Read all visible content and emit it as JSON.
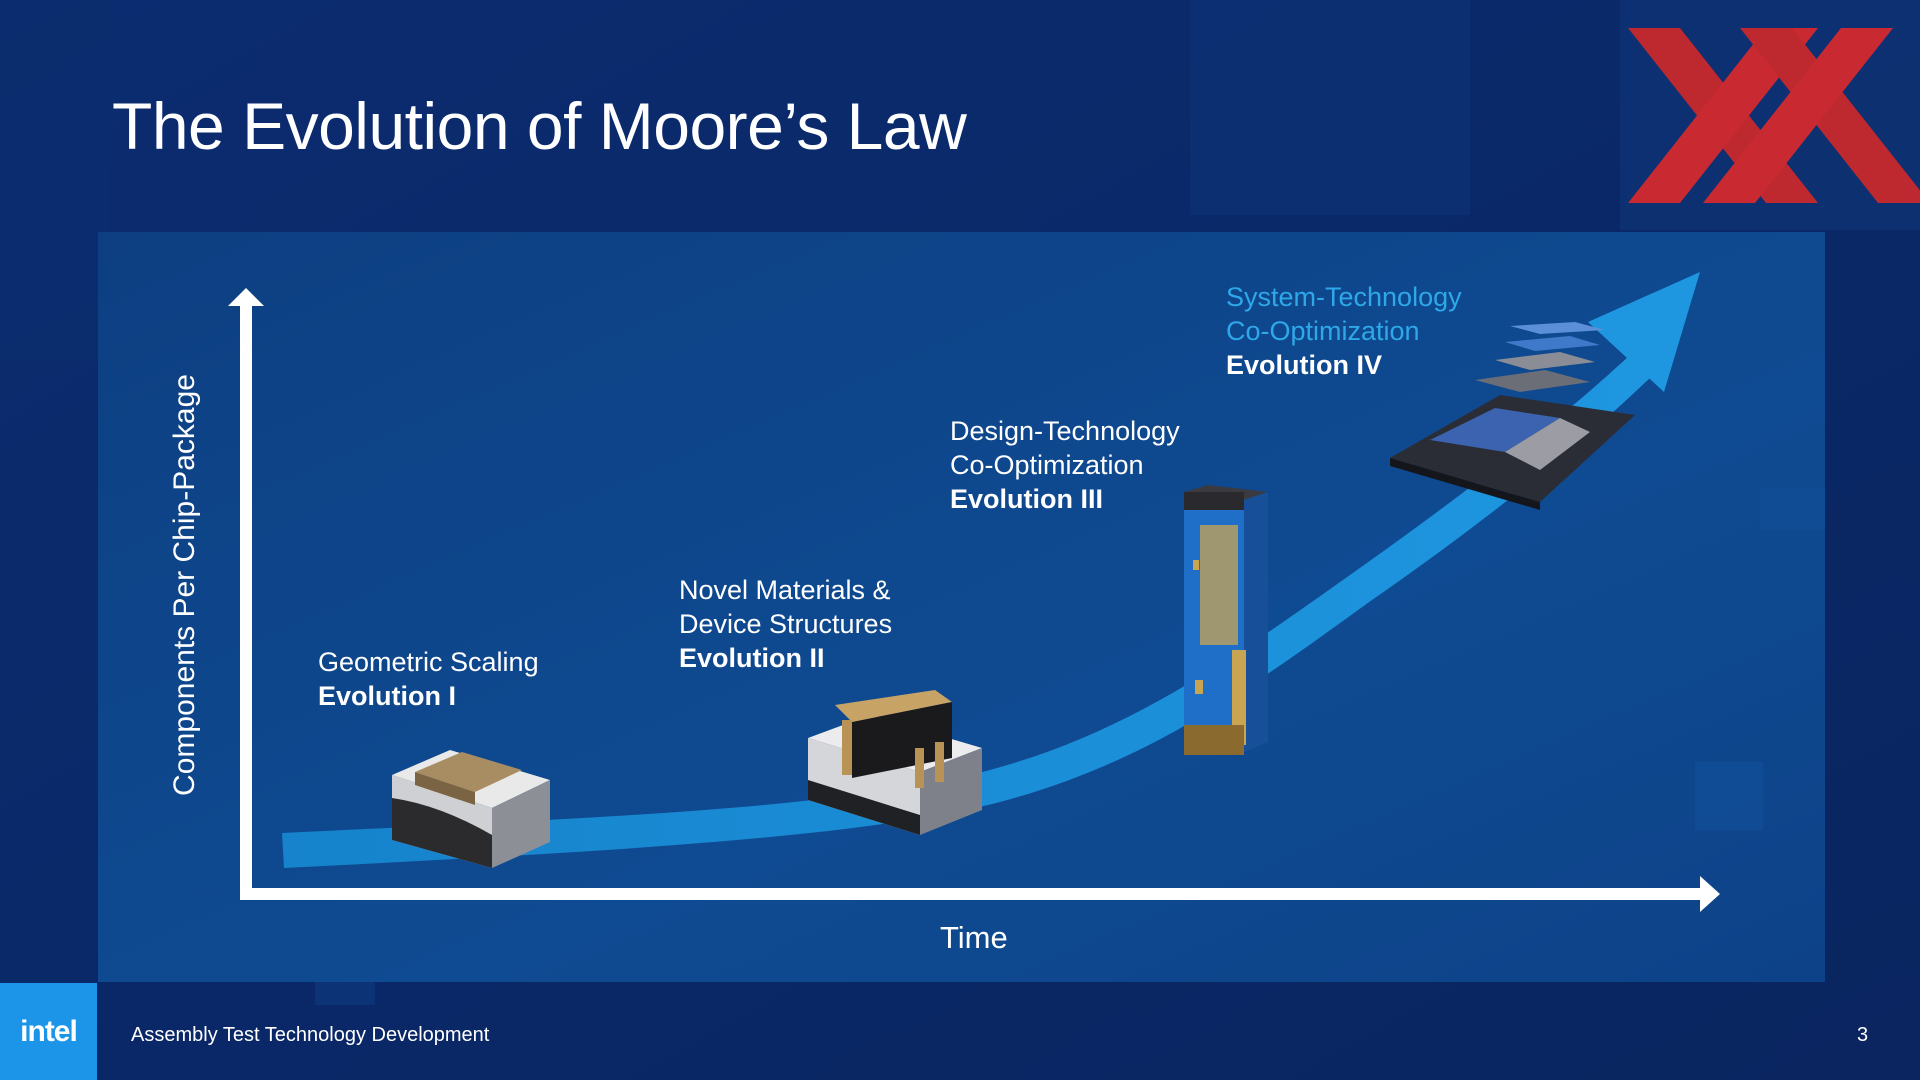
{
  "slide": {
    "title": "The Evolution of Moore’s Law",
    "page_number": "3"
  },
  "diagram": {
    "y_axis_label": "Components Per Chip-Package",
    "x_axis_label": "Time",
    "evolutions": [
      {
        "lines": [
          "Geometric Scaling"
        ],
        "evolution": "Evolution I"
      },
      {
        "lines": [
          "Novel Materials &",
          "Device Structures"
        ],
        "evolution": "Evolution II"
      },
      {
        "lines": [
          "Design-Technology",
          "Co-Optimization"
        ],
        "evolution": "Evolution III"
      },
      {
        "lines": [
          "System-Technology",
          "Co-Optimization"
        ],
        "evolution": "Evolution IV"
      }
    ]
  },
  "footer": {
    "logo": "intel",
    "text": "Assembly Test Technology Development"
  },
  "colors": {
    "background": "#0a2a6b",
    "panel": "#0f4a8f",
    "curve": "#1a8fd8",
    "accent_text": "#2ea8e8",
    "logo_square": "#1c95e8",
    "watermark": "#d42a2e"
  }
}
